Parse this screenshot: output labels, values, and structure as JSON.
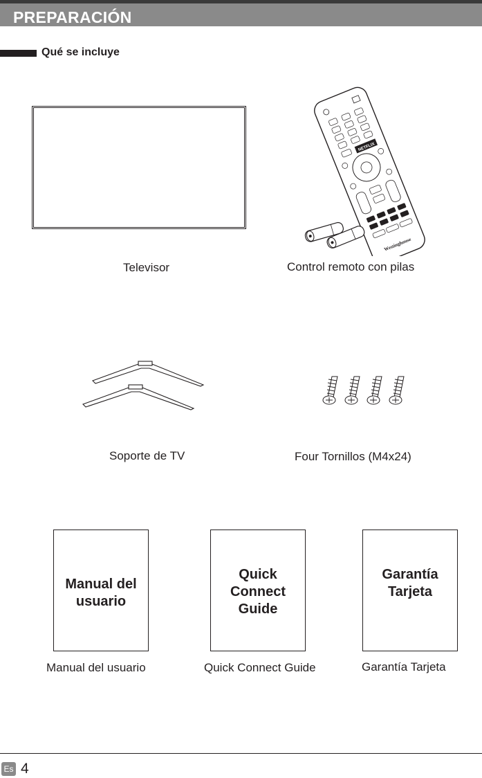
{
  "header": {
    "title": "PREPARACIÓN"
  },
  "section": {
    "title": "Qué se incluye"
  },
  "items": {
    "tv": {
      "caption": "Televisor"
    },
    "remote": {
      "caption": "Control remoto con pilas",
      "brand": "Westinghouse",
      "netflix": "NETFLIX"
    },
    "stand": {
      "caption": "Soporte de TV"
    },
    "screws": {
      "caption": "Four Tornillos",
      "spec": "(M4x24)"
    },
    "manual": {
      "caption": "Manual del usuario",
      "booklet_line1": "Manual del",
      "booklet_line2": "usuario"
    },
    "quick_guide": {
      "caption": "Quick Connect Guide",
      "booklet_line1": "Quick",
      "booklet_line2": "Connect",
      "booklet_line3": "Guide"
    },
    "warranty": {
      "caption": "Garantía Tarjeta",
      "booklet_line1": "Garantía",
      "booklet_line2": "Tarjeta"
    }
  },
  "footer": {
    "language": "Es",
    "page_number": "4"
  }
}
